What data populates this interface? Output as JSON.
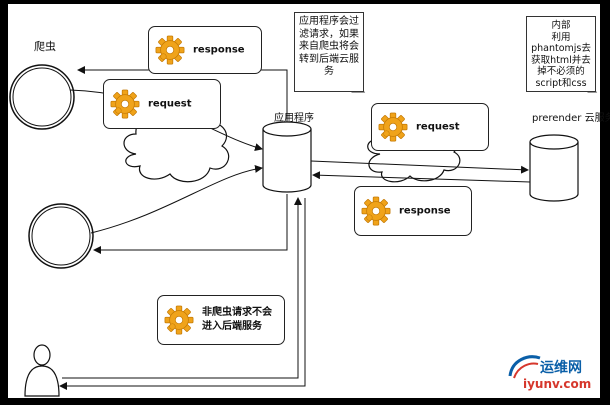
{
  "nodes": {
    "crawler_label": "爬虫",
    "app_label": "应用程序",
    "prerender_label": "prerender 云服务"
  },
  "cards": {
    "response_top": "response",
    "request_left": "request",
    "request_right": "request",
    "response_right": "response",
    "non_crawler_line1": "非爬虫请求不会",
    "non_crawler_line2": "进入后端服务"
  },
  "notes": {
    "app_note": [
      "应用程序会过",
      "滤请求，如果",
      "来自爬虫将会",
      "转到后端云服",
      "务"
    ],
    "prerender_note": [
      "内部",
      "利用",
      "phantomjs去",
      "获取html并去",
      "掉不必须的",
      "script和css"
    ]
  },
  "watermark": {
    "cn": "运维网",
    "url": "iyunv.com"
  },
  "colors": {
    "line": "#111111",
    "gear_body": "#f0a31a",
    "gear_shadow": "#c47a06",
    "watermark_blue": "#0a5fa8",
    "watermark_red": "#d6372c"
  }
}
